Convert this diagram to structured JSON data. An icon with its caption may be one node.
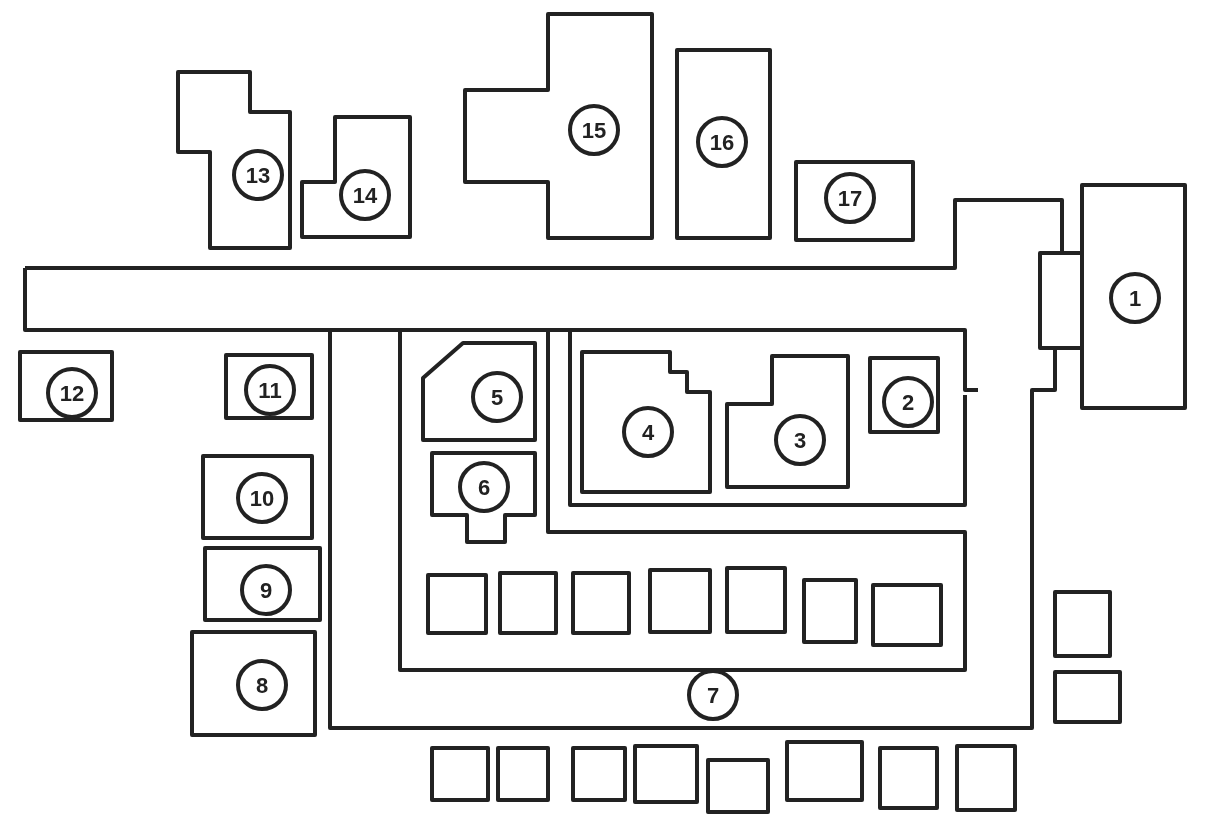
{
  "diagram": {
    "nodes": [
      {
        "text": [
          "13"
        ]
      },
      {
        "text": [
          "14"
        ]
      },
      {
        "text": [
          "15"
        ]
      },
      {
        "text": [
          "16"
        ]
      },
      {
        "text": [
          "17"
        ]
      },
      {
        "text": [
          "1"
        ]
      },
      {
        "text": [
          "12"
        ]
      },
      {
        "text": [
          "11"
        ]
      },
      {
        "text": [
          "5"
        ]
      },
      {
        "text": [
          "4"
        ]
      },
      {
        "text": [
          "3"
        ]
      },
      {
        "text": [
          "2"
        ]
      },
      {
        "text": [
          "10"
        ]
      },
      {
        "text": [
          "6"
        ]
      },
      {
        "text": [
          "9"
        ]
      },
      {
        "text": [],
        "shape": "box"
      },
      {
        "text": [],
        "shape": "box"
      },
      {
        "text": [],
        "shape": "box"
      },
      {
        "text": [],
        "shape": "box"
      },
      {
        "text": [],
        "shape": "box"
      },
      {
        "text": [],
        "shape": "box"
      },
      {
        "text": [],
        "shape": "box"
      },
      {
        "text": [],
        "shape": "box"
      },
      {
        "text": [],
        "shape": "box"
      },
      {
        "text": [
          "8"
        ]
      },
      {
        "text": [
          "7"
        ]
      },
      {
        "text": [],
        "shape": "box"
      },
      {
        "text": [],
        "shape": "box"
      },
      {
        "text": [],
        "shape": "box"
      },
      {
        "text": [],
        "shape": "box"
      },
      {
        "text": [],
        "shape": "box"
      },
      {
        "text": [],
        "shape": "box"
      },
      {
        "text": [],
        "shape": "box"
      },
      {
        "text": [],
        "shape": "box"
      }
    ],
    "edges": []
  }
}
